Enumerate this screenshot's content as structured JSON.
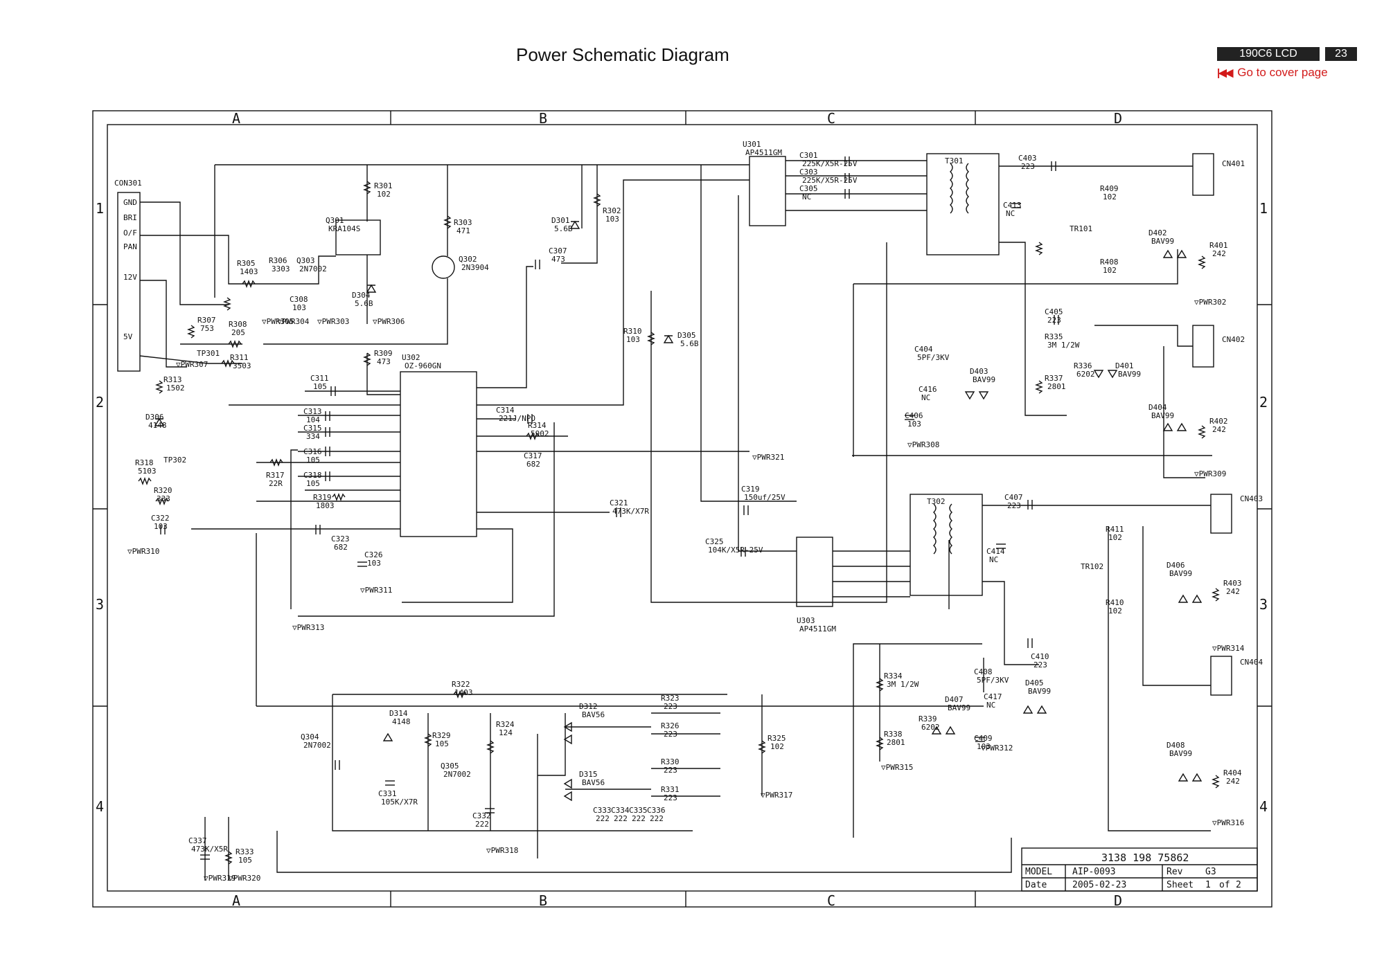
{
  "header": {
    "title": "Power Schematic Diagram",
    "model": "190C6 LCD",
    "page": "23",
    "cover_link": "Go to cover page",
    "cover_icon": "skip-to-start-icon"
  },
  "grid": {
    "columns": [
      "A",
      "B",
      "C",
      "D"
    ],
    "rows": [
      "1",
      "2",
      "3",
      "4"
    ]
  },
  "components": [
    {
      "ref": "CON301"
    },
    {
      "ref": "GND"
    },
    {
      "ref": "BRI"
    },
    {
      "ref": "O/F"
    },
    {
      "ref": "PAN"
    },
    {
      "ref": "12V"
    },
    {
      "ref": "5V"
    },
    {
      "ref": "R301",
      "value": "102"
    },
    {
      "ref": "Q301",
      "value": "KRA104S"
    },
    {
      "ref": "R303",
      "value": "471"
    },
    {
      "ref": "Q302",
      "value": "2N3904"
    },
    {
      "ref": "R305",
      "value": "1403"
    },
    {
      "ref": "R306",
      "value": "3303"
    },
    {
      "ref": "Q303",
      "value": "2N7002"
    },
    {
      "ref": "C308",
      "value": "103"
    },
    {
      "ref": "D304",
      "value": "5.6B"
    },
    {
      "ref": "R307",
      "value": "753"
    },
    {
      "ref": "R308",
      "value": "205"
    },
    {
      "ref": "TP301"
    },
    {
      "ref": "R311",
      "value": "3503"
    },
    {
      "ref": "R309",
      "value": "473"
    },
    {
      "ref": "U302",
      "value": "OZ-960GN"
    },
    {
      "ref": "R313",
      "value": "1502"
    },
    {
      "ref": "D306",
      "value": "4148"
    },
    {
      "ref": "C311",
      "value": "105"
    },
    {
      "ref": "C313",
      "value": "104"
    },
    {
      "ref": "C315",
      "value": "334"
    },
    {
      "ref": "C316",
      "value": "105"
    },
    {
      "ref": "C318",
      "value": "105"
    },
    {
      "ref": "R317",
      "value": "22R"
    },
    {
      "ref": "R319",
      "value": "1803"
    },
    {
      "ref": "C323",
      "value": "682"
    },
    {
      "ref": "C326",
      "value": "103"
    },
    {
      "ref": "R318",
      "value": "5103"
    },
    {
      "ref": "TP302"
    },
    {
      "ref": "R320",
      "value": "333"
    },
    {
      "ref": "C322",
      "value": "103"
    },
    {
      "ref": "D301",
      "value": "5.6B"
    },
    {
      "ref": "R302",
      "value": "103"
    },
    {
      "ref": "C307",
      "value": "473"
    },
    {
      "ref": "U301",
      "value": "AP4511GM"
    },
    {
      "ref": "C301",
      "value": "225K/X5R-25V"
    },
    {
      "ref": "C303",
      "value": "225K/X5R-25V"
    },
    {
      "ref": "C305",
      "value": "NC"
    },
    {
      "ref": "C314",
      "value": "221J/NPO"
    },
    {
      "ref": "R314",
      "value": "5902"
    },
    {
      "ref": "C317",
      "value": "682"
    },
    {
      "ref": "R310",
      "value": "103"
    },
    {
      "ref": "D305",
      "value": "5.6B"
    },
    {
      "ref": "C321",
      "value": "473K/X7R"
    },
    {
      "ref": "C319",
      "value": "150uf/25V"
    },
    {
      "ref": "C325",
      "value": "104K/X5R-25V"
    },
    {
      "ref": "U303",
      "value": "AP4511GM"
    },
    {
      "ref": "T301"
    },
    {
      "ref": "T302"
    },
    {
      "ref": "C413",
      "value": "NC"
    },
    {
      "ref": "C414",
      "value": "NC"
    },
    {
      "ref": "C403",
      "value": "223"
    },
    {
      "ref": "C407",
      "value": "223"
    },
    {
      "ref": "C405",
      "value": "223"
    },
    {
      "ref": "C410",
      "value": "223"
    },
    {
      "ref": "CN401"
    },
    {
      "ref": "CN402"
    },
    {
      "ref": "CN403"
    },
    {
      "ref": "CN404"
    },
    {
      "ref": "R409",
      "value": "102"
    },
    {
      "ref": "R408",
      "value": "102"
    },
    {
      "ref": "TR101"
    },
    {
      "ref": "TR102"
    },
    {
      "ref": "R411",
      "value": "102"
    },
    {
      "ref": "R410",
      "value": "102"
    },
    {
      "ref": "D402",
      "value": "BAV99"
    },
    {
      "ref": "R401",
      "value": "242"
    },
    {
      "ref": "R402",
      "value": "242"
    },
    {
      "ref": "R403",
      "value": "242"
    },
    {
      "ref": "R404",
      "value": "242"
    },
    {
      "ref": "R335",
      "value": "3M 1/2W"
    },
    {
      "ref": "R337",
      "value": "2801"
    },
    {
      "ref": "R336",
      "value": "6202"
    },
    {
      "ref": "D401",
      "value": "BAV99"
    },
    {
      "ref": "C404",
      "value": "5PF/3KV"
    },
    {
      "ref": "C416",
      "value": "NC"
    },
    {
      "ref": "C406",
      "value": "103"
    },
    {
      "ref": "D403",
      "value": "BAV99"
    },
    {
      "ref": "D404",
      "value": "BAV99"
    },
    {
      "ref": "D406",
      "value": "BAV99"
    },
    {
      "ref": "D408",
      "value": "BAV99"
    },
    {
      "ref": "R334",
      "value": "3M 1/2W"
    },
    {
      "ref": "R338",
      "value": "2801"
    },
    {
      "ref": "R339",
      "value": "6202"
    },
    {
      "ref": "D407",
      "value": "BAV99"
    },
    {
      "ref": "C408",
      "value": "5PF/3KV"
    },
    {
      "ref": "C417",
      "value": "NC"
    },
    {
      "ref": "C409",
      "value": "103"
    },
    {
      "ref": "D405",
      "value": "BAV99"
    },
    {
      "ref": "R322",
      "value": "1403"
    },
    {
      "ref": "Q304",
      "value": "2N7002"
    },
    {
      "ref": "D314",
      "value": "4148"
    },
    {
      "ref": "R329",
      "value": "105"
    },
    {
      "ref": "Q305",
      "value": "2N7002"
    },
    {
      "ref": "C331",
      "value": "105K/X7R"
    },
    {
      "ref": "R324",
      "value": "124"
    },
    {
      "ref": "C332",
      "value": "222"
    },
    {
      "ref": "D312",
      "value": "BAV56"
    },
    {
      "ref": "D315",
      "value": "BAV56"
    },
    {
      "ref": "R323",
      "value": "223"
    },
    {
      "ref": "R326",
      "value": "223"
    },
    {
      "ref": "R330",
      "value": "223"
    },
    {
      "ref": "R331",
      "value": "223"
    },
    {
      "ref": "C333",
      "value": "222"
    },
    {
      "ref": "C334",
      "value": "222"
    },
    {
      "ref": "C335",
      "value": "222"
    },
    {
      "ref": "C336",
      "value": "222"
    },
    {
      "ref": "R325",
      "value": "102"
    },
    {
      "ref": "C337",
      "value": "473K/X5R"
    },
    {
      "ref": "R333",
      "value": "105"
    }
  ],
  "power_labels": [
    "PWR302",
    "PWR303",
    "PWR304",
    "PWR305",
    "PWR306",
    "PWR307",
    "PWR308",
    "PWR309",
    "PWR310",
    "PWR311",
    "PWR312",
    "PWR313",
    "PWR314",
    "PWR315",
    "PWR316",
    "PWR317",
    "PWR318",
    "PWR319",
    "PWR320",
    "PWR321"
  ],
  "title_block": {
    "part_number": "3138 198 75862",
    "model_label": "MODEL",
    "model_value": "AIP-0093",
    "rev_label": "Rev",
    "rev_value": "G3",
    "date_label": "Date",
    "date_value": "2005-02-23",
    "sheet_label": "Sheet",
    "sheet_value": "1",
    "of_label": "of",
    "of_value": "2"
  }
}
